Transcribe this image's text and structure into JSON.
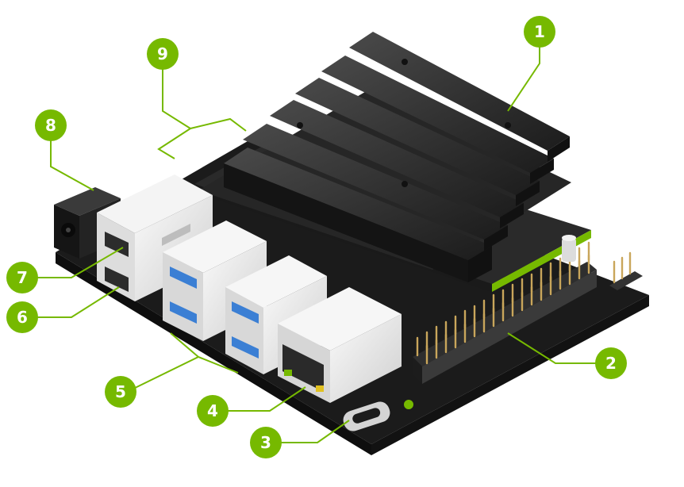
{
  "colors": {
    "accent": "#76b900",
    "board": "#1e1e1e",
    "heatsink": "#2b2b2b",
    "port_white": "#e9e9e9",
    "usb_blue": "#3b7fd4",
    "pin_gold": "#c9a65b"
  },
  "callouts": [
    {
      "id": "1",
      "label": "1"
    },
    {
      "id": "2",
      "label": "2"
    },
    {
      "id": "3",
      "label": "3"
    },
    {
      "id": "4",
      "label": "4"
    },
    {
      "id": "5",
      "label": "5"
    },
    {
      "id": "6",
      "label": "6"
    },
    {
      "id": "7",
      "label": "7"
    },
    {
      "id": "8",
      "label": "8"
    },
    {
      "id": "9",
      "label": "9"
    }
  ]
}
